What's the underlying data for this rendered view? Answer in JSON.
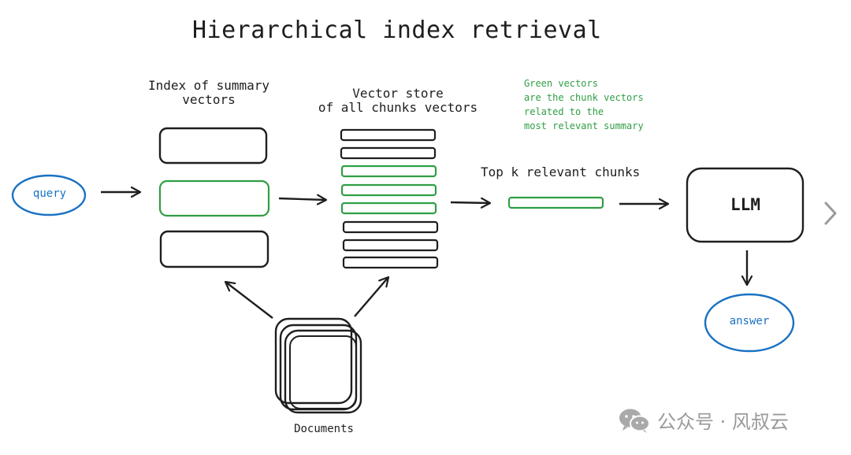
{
  "title": "Hierarchical index retrieval",
  "nodes": {
    "query": "query",
    "index_label_line1": "Index of summary",
    "index_label_line2": "vectors",
    "vector_store_line1": "Vector store",
    "vector_store_line2": "of all chunks vectors",
    "green_note": [
      "Green vectors",
      "are the chunk vectors",
      "related to the",
      "most relevant summary"
    ],
    "top_k": "Top k relevant chunks",
    "llm": "LLM",
    "answer": "answer",
    "documents": "Documents"
  },
  "watermark": "公众号 · 风叔云",
  "colors": {
    "ink": "#1e1e1e",
    "green": "#2f9e44",
    "blue": "#1971c2",
    "nav": "#9a9a9a",
    "watermark": "#9a9a9a"
  },
  "icons": {
    "next": "chevron-right-icon",
    "wechat": "wechat-icon"
  }
}
